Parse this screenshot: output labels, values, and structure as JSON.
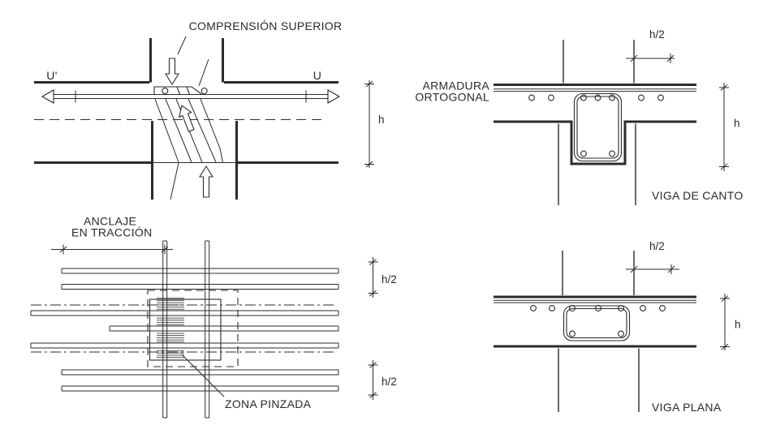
{
  "page": {
    "description": "Structural reinforcement detail diagrams (beam-column joint)",
    "language": "es"
  },
  "colors": {
    "line": "#2b2b2b",
    "text": "#2a2a2a",
    "background": "#ffffff"
  },
  "diagrams": {
    "top_left": {
      "title": "COMPRENSIÓN SUPERIOR",
      "tie_left_label": "U'",
      "tie_right_label": "U",
      "height_dim": "h"
    },
    "top_right": {
      "label_line1": "ARMADURA",
      "label_line2": "ORTOGONAL",
      "top_dim": "h/2",
      "height_dim": "h",
      "caption": "VIGA DE CANTO"
    },
    "bottom_left": {
      "label_line1": "ANCLAJE",
      "label_line2": "EN TRACCIÓN",
      "pinched_zone_label": "ZONA PINZADA",
      "top_dim": "h/2",
      "bottom_dim": "h/2"
    },
    "bottom_right": {
      "top_dim": "h/2",
      "height_dim": "h",
      "caption": "VIGA PLANA"
    }
  }
}
